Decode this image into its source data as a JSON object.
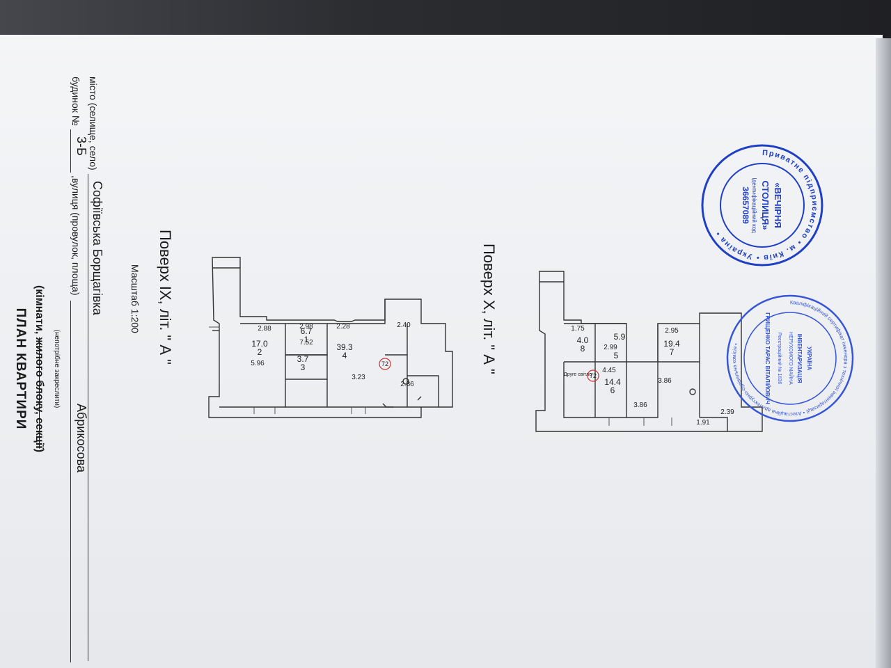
{
  "document": {
    "title": "ПЛАН КВАРТИРИ",
    "subtitle_pre": "(кімнати, ",
    "subtitle_strike": "жилого блоку, секції",
    "subtitle_post": ")",
    "note": "(непотрібне закреслити)",
    "house_label": "будинок №",
    "house_value": "3-Б",
    "street_label": ",вулиця (провулок, площа)",
    "street_value": "Абрикосова",
    "city_label": "місто (селище, село)",
    "city_value": "Софіївська Борщагівка",
    "scale": "Масштаб 1:200"
  },
  "floors": [
    {
      "label": "Поверх IX, літ. \" А \"",
      "rooms": [
        {
          "number": "1",
          "area": "6.7"
        },
        {
          "number": "2",
          "area": "17.0"
        },
        {
          "number": "3",
          "area": "3.7"
        },
        {
          "number": "4",
          "area": "39.3"
        }
      ],
      "dimensions": [
        "5.96",
        "2.88",
        "2.98",
        "2.28",
        "7.52",
        "3.23",
        "2.36",
        "2.40"
      ],
      "marker": "72"
    },
    {
      "label": "Поверх X, літ. \" А \"",
      "rooms": [
        {
          "number": "5",
          "area": "5.9"
        },
        {
          "number": "6",
          "area": "14.4"
        },
        {
          "number": "7",
          "area": "19.4"
        },
        {
          "number": "8",
          "area": "4.0"
        }
      ],
      "dimensions": [
        "1.75",
        "2.99",
        "4.45",
        "3.86",
        "2.95",
        "3.86",
        "1.91",
        "2.39"
      ],
      "second_light": "Друге світло",
      "marker": "72"
    }
  ],
  "stamps": [
    {
      "color": "#1f3fc4",
      "outer_text": "Приватне підприємство • м. Київ • Україна •",
      "center_line1": "«ВЕЧІРНЯ",
      "center_line2": "СТОЛИЦЯ»",
      "center_line3": "Ідентифікаційний код",
      "center_line4": "36657089"
    },
    {
      "color": "#3656d6",
      "outer_text": "Кваліфікаційний сертифікат інженера з технічної інвентаризації • Атестаційна архітектурно-будівельна комісія •",
      "center_line1": "УКРАЇНА",
      "center_line2": "ІНВЕНТАРИЗАЦІЯ",
      "center_line3": "НЕРУХОМОГО МАЙНА",
      "center_line4": "Реєстраційний № 1636",
      "name": "ГРИЩЕНКО ТАРАС ВІТАЛІЙОВИЧ"
    }
  ]
}
